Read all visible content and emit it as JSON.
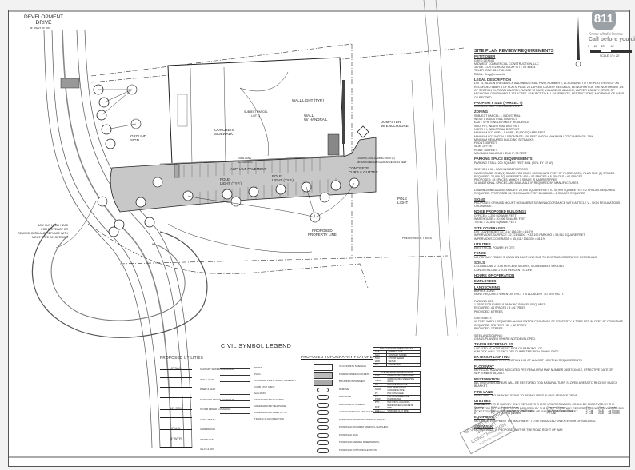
{
  "sheet": {
    "street_label": "DEVELOPMENT\nDRIVE",
    "street_row": "66' RIGHT OF WAY",
    "logo": {
      "number": "811",
      "line1": "Know what's below.",
      "line2": "Call before you dig."
    },
    "scale": {
      "ticks": [
        "0",
        "10'",
        "20'",
        "40'"
      ],
      "label": "SCALE:   1\" = 20'"
    }
  },
  "plan_labels": {
    "subject_parcel": "SUBJECT PARCEL\nLOT 11",
    "wall_light": "WALL LIGHT (TYP.)",
    "wall_handrail": "WALL\nW/ HANDRAIL",
    "dumpster": "DUMPSTER\nW/ ENCLOSURE",
    "concrete_sidewalk": "CONCRETE\nSIDEWALK",
    "ground_sign": "GROUND\nSIGN",
    "fire_lane": "FIRE LANE\nNO PARKING",
    "asphalt": "ASPHALT PAVEMENT",
    "pole_light_1": "POLE\nLIGHT (TYP.)",
    "pole_light_2": "POLE\nLIGHT (TYP.)",
    "pole_light_3": "POLE\nLIGHT",
    "curb_gutter": "CONCRETE\nCURB & GUTTER",
    "loading": "LOADING / UNLOADING DOCK (1)\nMINIMUM HEIGHT CLEARANCE OF 14 FEET",
    "property_line": "PROPOSED\nPROPERTY LINE",
    "preserve": "PRESERVE EX. TREES",
    "saw_cut": "SAW CUT HEAD HEAD\nFOR DRIVEWAY OR\nREMOVE CURB AND REPLACE WITH\nMDOT TYPE \"M\" OPENING",
    "tree_tags": [
      "SM",
      "PO",
      "SM",
      "SM",
      "SM",
      "PO",
      "SM"
    ]
  },
  "legend": {
    "title": "CIVIL SYMBOL LEGEND",
    "utilities_title": "PROPOSED UTILITIES",
    "utilities": [
      {
        "line": "8\" SAN",
        "desc": "SANITARY SEWER & MANHOLE"
      },
      {
        "line": "",
        "desc": "WYE & LEAD"
      },
      {
        "line": "",
        "desc": "RISER & LEAD"
      },
      {
        "line": "",
        "desc": "STANDARD SEWER CLEANOUT"
      },
      {
        "line": "12\" STM",
        "desc": "STORM SEWER & MANHOLE"
      },
      {
        "line": "",
        "desc": "CATCH BASIN"
      },
      {
        "line": "4\" U.D.",
        "desc": "UNDERDRAIN"
      },
      {
        "line": "4\" WTR",
        "desc": "WATER MAIN"
      },
      {
        "line": "",
        "desc": "VALVE & BOX"
      }
    ],
    "misc": [
      {
        "desc": "METER"
      },
      {
        "desc": "PLUG"
      },
      {
        "desc": "STANDARD FIRE HYDRANT ASSEMBLY"
      },
      {
        "desc": "CURB STOP & BOX"
      },
      {
        "desc": "GAS MAIN"
      },
      {
        "desc": "UNDERGROUND ELECTRIC"
      },
      {
        "desc": "UNDERGROUND TELEPHONE"
      },
      {
        "desc": "UNDERGROUND FIBER OPTIC"
      },
      {
        "desc": "TRAFFIC FLOW DIRECTION"
      }
    ],
    "topo_title": "PROPOSED TOPOGRAPHY FEATURES",
    "topo": [
      {
        "desc": "4\" CONCRETE SIDEWALK"
      },
      {
        "desc": "6\" REINFORCED CONCRETE"
      },
      {
        "desc": "BITUMINOUS PAVEMENT"
      },
      {
        "desc": "REMOVE"
      },
      {
        "desc": "RELOCATE"
      },
      {
        "desc": "RELOCATE BY OTHERS"
      },
      {
        "desc": "ADJUST DRAINAGE STRUCTURE CASTING"
      },
      {
        "desc": "NUMBER OF PROPOSED PARKING SPACES"
      },
      {
        "desc": "PROPOSED PAVEMENT MARKING (HATCHED)"
      },
      {
        "desc": "PROPOSED SIGN"
      },
      {
        "desc": "PROPOSED BARRIER FREE PARKING"
      },
      {
        "desc": "PROPOSED CONTOUR ELEVATION"
      }
    ],
    "pipe_contents": {
      "header": "PIPE CONTENTS ABBREVIATIONS",
      "rows": [
        [
          "GAS",
          "NATURAL GAS"
        ],
        [
          "SAN",
          "SANITARY SEWER"
        ],
        [
          "STM",
          "STORM SEWER"
        ],
        [
          "WTR",
          "WATER"
        ],
        [
          "FM",
          "FORCE MAIN"
        ]
      ]
    },
    "pipe_material": {
      "header": "PIPE MATERIAL ABBREVIATIONS",
      "rows": [
        [
          "CSP",
          "CORRUGATED STEEL PIPE"
        ],
        [
          "CSPA",
          "CORRUGATED STEEL PIPE ARCH"
        ],
        [
          "DIP",
          "DUCTILE IRON PIPE"
        ],
        [
          "NRCP",
          "NON-REINFORCED CONCRETE PIPE"
        ],
        [
          "PE",
          "POLYETHYLENE"
        ],
        [
          "PE PERF.",
          "POLYETHYLENE PIPE PERFORATED"
        ],
        [
          "PVC",
          "POLYVINYL CHLORIDE"
        ],
        [
          "RCP",
          "REINFORCED CONCRETE PIPE"
        ],
        [
          "VCP",
          "VITRIFIED CLAY PIPE"
        ]
      ]
    }
  },
  "notes": {
    "title": "SITE PLAN REVIEW REQUIREMENTS",
    "sections": [
      {
        "h": "PETITIONER",
        "t": "GREG DENNIS\nMIDWEST COMMERCIAL CONSTRUCTION, LLC\n1175 E. CORTEZ ROAD IMLAY CITY, MI 48444\nTELEPHONE: 810.708.0998\nEMAIL: Greg@mwcc.biz"
      },
      {
        "h": "LEGAL DESCRIPTION",
        "t": "LOT 11, ALMONT RESEARCH AND INDUSTRIAL PARK NUMBER 2, ACCORDING TO THE PLAT THEREOF AS RECORDED LIBER 8 OF PLATS, PAGE 28 LAPEER COUNTY RECORDS, BEING PART OF THE NORTHEAST 1/4 OF SECTION 21, TOWN 6 NORTH, RANGE 12 EAST, VILLAGE OF ALMONT, LAPEER COUNTY, STATE OF MICHIGAN, CONTAINING 3.123 ACRES. SUBJECT TO ALL EASEMENTS, RESTRICTIONS, AND RIGHT OF WAYS OF RECORD."
      },
      {
        "h": "PROPERTY SIZE (PARCEL #)",
        "t": "OVERALL SIZE: 3.123 ACRES M/L"
      },
      {
        "h": "ZONING",
        "t": "SUBJECT PARCEL: I, INDUSTRIAL\nWEST: I, INDUSTRIAL DISTRICT\nEAST: SFR, SINGLE FAMILY RESIDENCE\nSOUTH: I, INDUSTRIAL DISTRICT\nNORTH: I, INDUSTRIAL DISTRICT\nMINIMUM LOT AREA: 1 ACRE, 43,560 SQUARE FEET\nMINIMUM LOT WIDTH & FRONTAGE: 150 FEET WIDTH MAXIMUM LOT COVERAGE: 75%\nMINIMUM REQUIRED BUILDING SETBACKS:\nFRONT: 35 FEET\nSIDE: 20 FEET\nREAR: 100 FEET\nMAXIMUM BUILDING HEIGHT: 30 FEET"
      },
      {
        "h": "PARKING SPACE REQUIREMENTS",
        "t": "PARKING STALL: 200 SQUARE FEET, MIN. (20' L BY 10' W)\n\nSECTION 6.08 - PARKING DEFINITIONS\nWAREHOUSE: ONE (1) SPACE FOR EACH 400 SQUARE FEET OF FLOOR AREA, PLUS FIVE (5) SPACES\nREQUIRED: 22,846 SQUARE FEET / 400 = 57 SPACES + 5 SPACES = 62 SPACES\nPROPOSED: 45 SPACES, WHICH 1 SPACE IS BARRIER FREE\n18 ADDITIONAL SPACES ARE AVAILABLE IF REQUIRED BY MANUFACTURER.\n\nLOADING/UNLOADING SPACES: 20,000 SQUARE FEET TO 49,999 SQUARE FEET: 2 SPACES REQUIRED\nREQUIRED: PROPOSED 22,721 SQUARE FEET BUILDING = 2 SPACES REQUIRED"
      },
      {
        "h": "SIGNS",
        "t": "PROPOSED GROUND MOUNT MONUMENT SIGN IN ACCORDANCE WITH ARTICLE V - SIGN REGULATIONS ORDINANCE."
      },
      {
        "h": "NOISE PROPOSED BUILDINGS",
        "t": "OFFICE = 2,250 SQUARE FEET\nWAREHOUSE = 20,596 SQUARE FEET\nTOTAL = 22,846 SQUARE FEET"
      },
      {
        "h": "SITE COVERAGES",
        "t": "LOT COVERAGE = 22,721 / 136,039 = 16.7%\nIMPERVIOUS SURFACE: 22,721 BLDG. + 33,190 PARKING = 55,911 SQUARE FEET\nIMPERVIOUS COVERAGE = 55,911 / 136,039 = 41.1%"
      },
      {
        "h": "UTILITIES",
        "t": "ELECTRICAL POWER BY DTE"
      },
      {
        "h": "FENCE",
        "t": "NO PRIVACY FENCE SHOWN ON EAST LINE DUE TO EXISTING VEGETATIVE SCREENING."
      },
      {
        "h": "SOILS",
        "t": "CELINA LOAM 2 TO 6 PERCENT SLOPES, MODERATELY ERODED\nCONOVER LOAM 2 TO 4 PERCENT SLOPE"
      },
      {
        "h": "HOURS OF OPERATION",
        "t": ""
      },
      {
        "h": "EMPLOYEES",
        "t": ""
      },
      {
        "h": "LANDSCAPING",
        "t": "BUFFER ZONE:\nNONE REQUIRED WHEN DISTRICT I IS ADJACENT TO DISTRICT I.\n\nPARKING LOT:\n1 TREE FOR EVERY 8 PARKING SPACES REQUIRED.\nREQUIRED: 44 SPACES / 8 = 6 TREES\nPROVIDED: 8 TREES\n\nGREENBELT:\n10 FEET WIDTH REQUIRED ALONG ENTIRE FRONTAGE OF PROPERTY. 1 TREE PER 30 FEET OF FRONTAGE\nREQUIRED: 375 FEET / 30 = 12 TREES\nPROVIDED: 7 TREES\n\nSITE LANDSCAPING:\nGRASS PLANTED WHERE NOT DEVELOPED."
      },
      {
        "h": "TRASH RECEPTACLES",
        "t": "LOCATED AT NORTHEAST SIDE OF PARKING LOT\n6' BLOCK WALL TO ENCLOSE DUMPSTER WITH SWING GATE"
      },
      {
        "h": "EXTERIOR LIGHTING",
        "t": "IN ACCORDANCE WITH SECTION 4.05 OF ALMONT LIGHTING REQUIREMENTS"
      },
      {
        "h": "FLOODWAY",
        "t": "NO FLOOD HAZARDS INDICATED PER FEMA FIRM MAP NUMBER 26087C0441E, EFFECTIVE DATE OF SEPTEMBER 16, 2017."
      },
      {
        "h": "RESTORATION",
        "t": "ALL DISTURBED AREAS WILL BE RESTORED TO A NATURAL TURF. SLOPED AREAS TO RECEIVE MULCH BLANKET."
      },
      {
        "h": "FIRE LANE",
        "t": "FIRE LANE - NO PARKING SIGNS TO BE INCLUDED ALONG SERVICE DRIVE."
      },
      {
        "h": "UTILITIES",
        "t": "DISCLAIMER: THE SURVEY ONLY REFLECTS THOSE UTILITIES WHICH COULD BE OBSERVED BY THE SURVEYOR IN THE FIELD OR AS DEPICTED BY THE UTILITY COMPANY RECORDS FURNISHED VIA MISS DIG TICKET 2022080400112 PRIOR TO THE DATE OF ISSUANCE OF THIS SHEET."
      },
      {
        "h": "EQUIPMENT",
        "t": "NO LARGE EQUIPMENT OR MACHINERY TO BE INSTALLED ON EXTERIOR OF BUILDING."
      },
      {
        "h": "SIDEWALK",
        "t": "NO SIDEWALK IS PROPOSED WITHIN THE ROAD RIGHT OF WAY."
      }
    ]
  },
  "plant_list": {
    "caption": "Plant List",
    "headers": [
      "Quantity",
      "SYM",
      "Botanical Name",
      "Common Name",
      "Size",
      "Root",
      "Spacing"
    ],
    "rows": [
      [
        "7",
        "SM",
        "Acer saccharum 'Fall Fiesta'",
        "Fall Fiesta Sugar Maple",
        "2\" Cal.",
        "B&B",
        "As Shown"
      ],
      [
        "8",
        "PO",
        "Quercus palustris",
        "Pin Oak",
        "2\" Cal.",
        "B&B",
        "As Shown"
      ]
    ]
  },
  "stamp": {
    "line1": "REVIEW DRAWING",
    "line2": "NOT FOR",
    "line3": "CONSTRUCTION",
    "sub": "PLOT DATE: 08/04/2022"
  }
}
